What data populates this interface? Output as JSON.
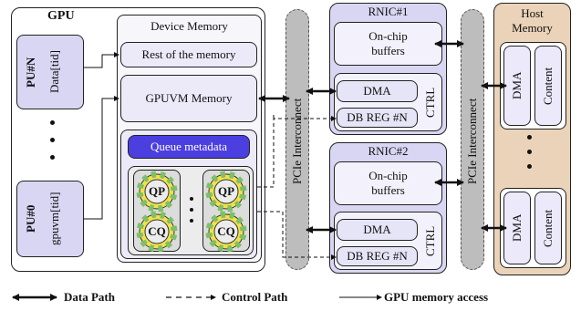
{
  "gpu": {
    "title": "GPU",
    "pu_top_label": "PU#N",
    "pu_top_sub": "Data[tid]",
    "pu_bottom_label": "PU#0",
    "pu_bottom_sub": "gpuvm[tid]"
  },
  "device_memory": {
    "title": "Device Memory",
    "rest": "Rest of the memory",
    "gpuvm": "GPUVM Memory",
    "queue_metadata": "Queue metadata",
    "qp": "QP",
    "cq": "CQ"
  },
  "pcie": {
    "left": "PCIe Interconnect",
    "right": "PCIe Interconnect"
  },
  "rnic1": {
    "title": "RNIC#1",
    "buffers": "On-chip buffers",
    "dma": "DMA",
    "db": "DB REG #N",
    "ctrl": "CTRL"
  },
  "rnic2": {
    "title": "RNIC#2",
    "buffers": "On-chip buffers",
    "dma": "DMA",
    "db": "DB REG #N",
    "ctrl": "CTRL"
  },
  "host": {
    "title": "Host Memory",
    "dma": "DMA",
    "content": "Content"
  },
  "legend": {
    "data_path": "Data Path",
    "control_path": "Control Path",
    "gpu_access": "GPU memory access"
  },
  "colors": {
    "purple": "#d9d6f3",
    "queue_blue": "#4b3fe0",
    "host_tan": "#ead3b8",
    "pcie_grey": "#bdbdbd",
    "ring_yellow": "#f2e04a",
    "ring_green": "#7dbf6a"
  }
}
